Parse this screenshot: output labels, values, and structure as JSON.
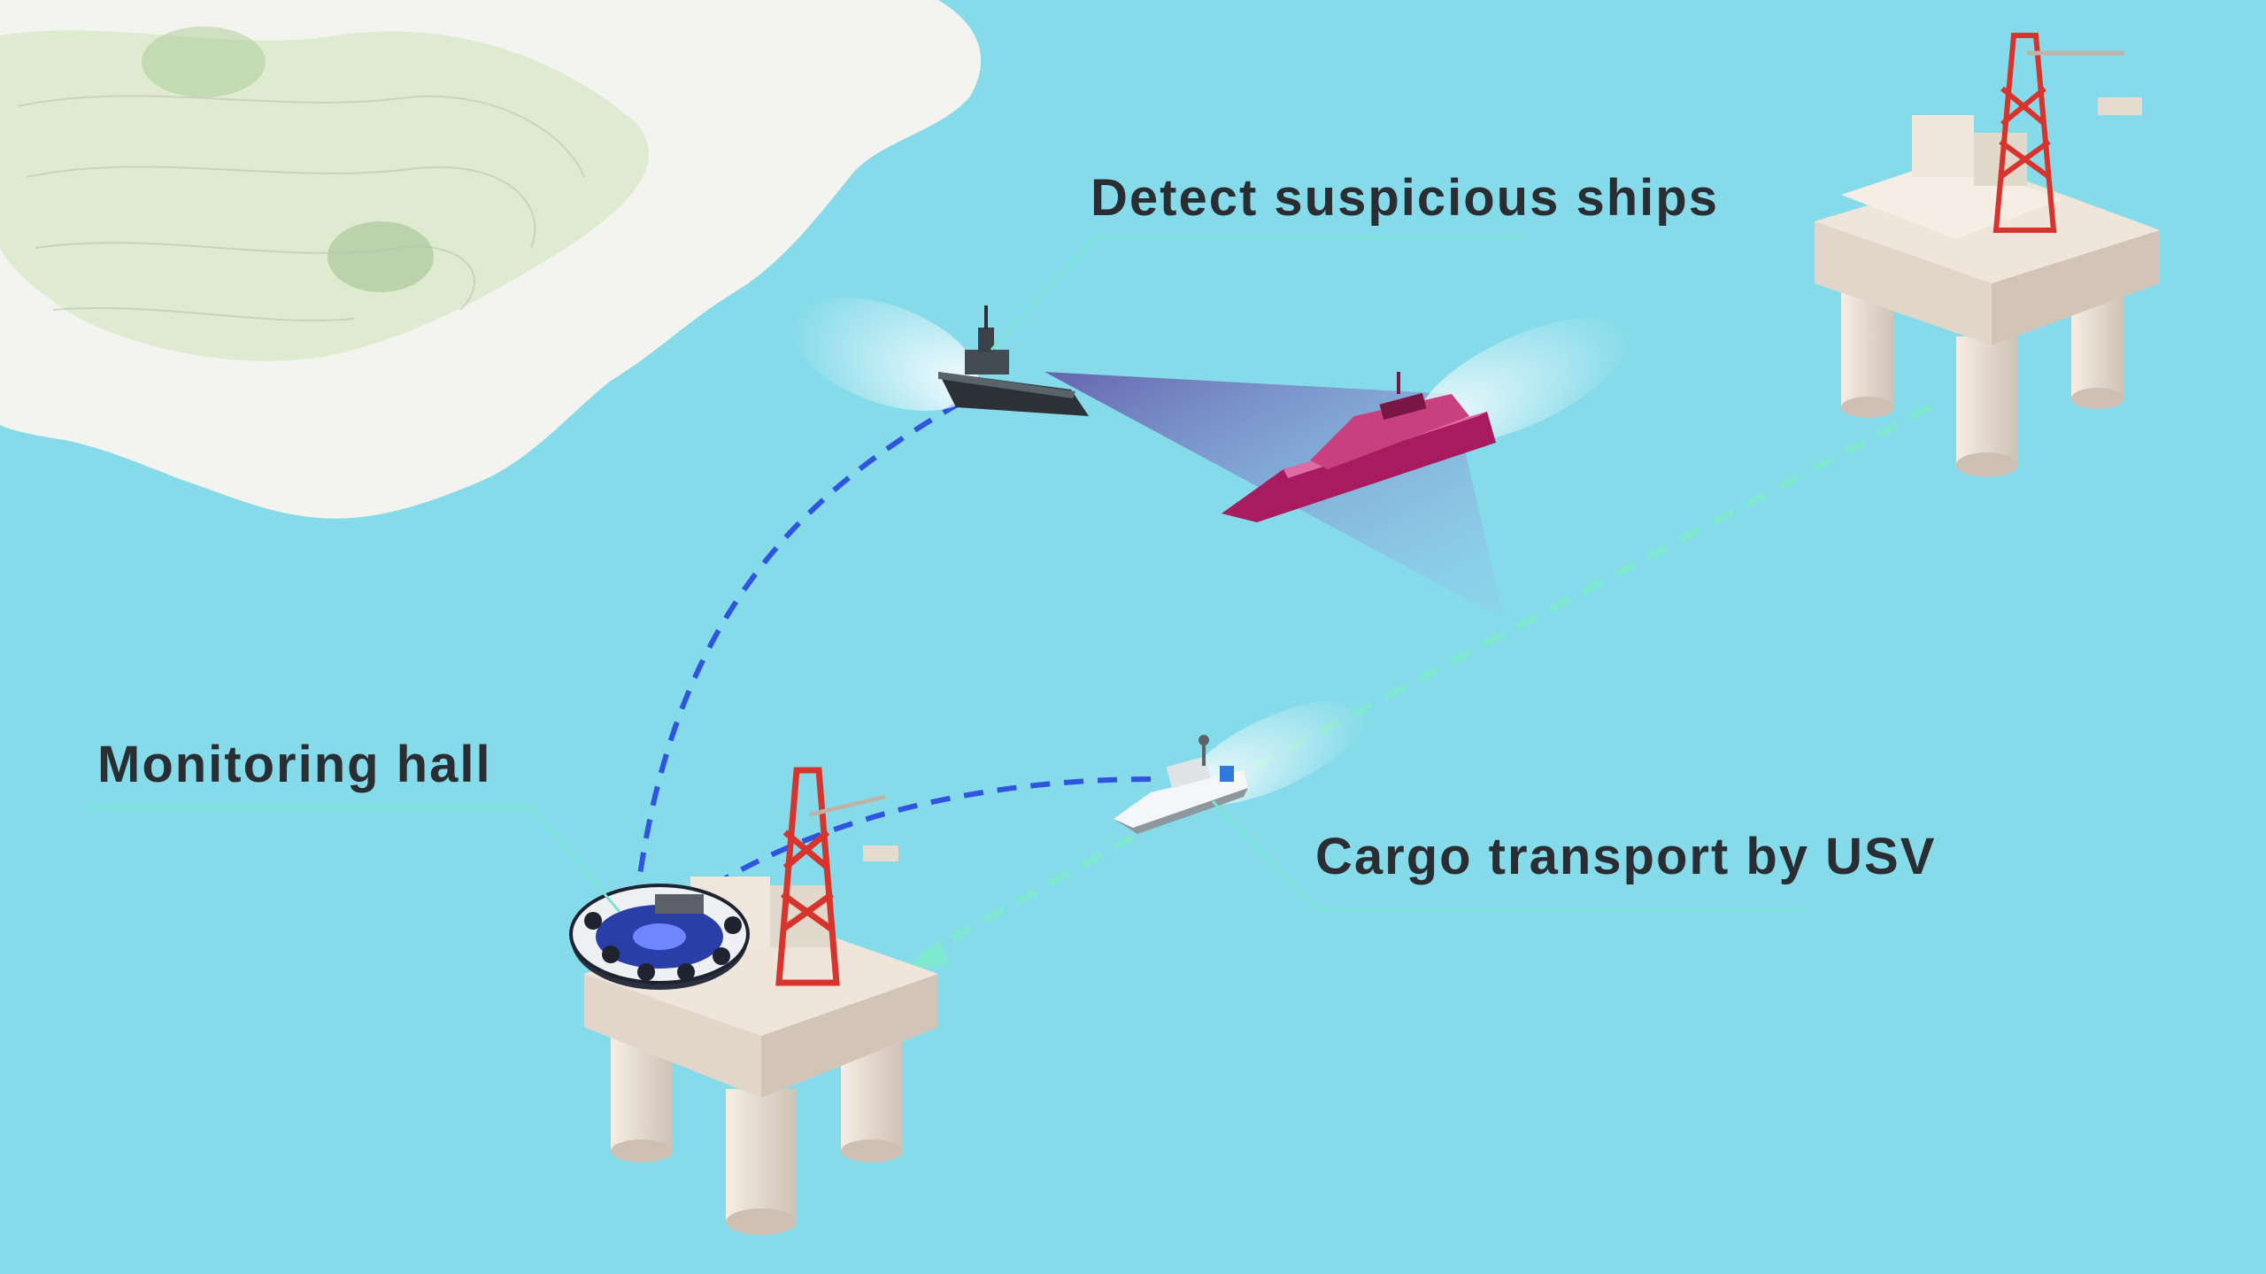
{
  "labels": {
    "detect": "Detect suspicious ships",
    "monitoring": "Monitoring hall",
    "cargo": "Cargo transport by USV"
  },
  "colors": {
    "sea": "#86dbea",
    "land": "#f3f4ef",
    "land_green": "#d8e8c9",
    "leader_line": "#7be3d2",
    "comm_link_blue": "#2f55e0",
    "comm_link_teal": "#7fe9cf",
    "detection_beam": "#6a4fa8",
    "suspicious_ship": "#b8236a",
    "platform": "#ece1d6",
    "derrick": "#d6342c",
    "monitoring_hall_screen": "#2a3ea8"
  },
  "icons": [
    "patrol-ship-icon",
    "suspicious-ship-icon",
    "usv-icon",
    "oil-platform-icon",
    "monitoring-hall-icon",
    "island-icon"
  ]
}
